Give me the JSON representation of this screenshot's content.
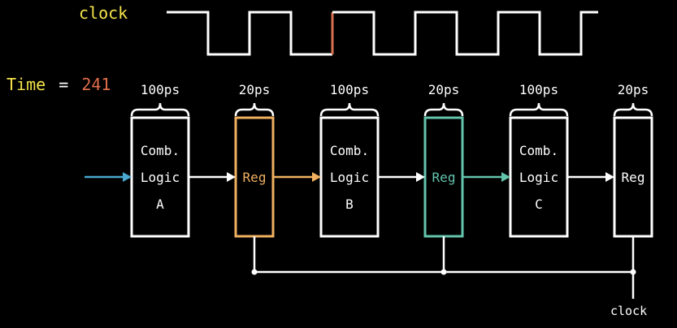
{
  "colors": {
    "background": "#000000",
    "white": "#ffffff",
    "yellow": "#f4e34a",
    "time_value": "#e06c4c",
    "clock_highlight": "#d9714f",
    "reg_orange": "#f0b060",
    "reg_teal": "#63c4ac",
    "input_arrow": "#4aa8d0"
  },
  "clock_label": "clock",
  "time": {
    "label": "Time",
    "equals": "=",
    "value": "241"
  },
  "stages": [
    {
      "delay": "100ps",
      "lines": [
        "Comb.",
        "Logic",
        "A"
      ],
      "color_key": "white"
    },
    {
      "delay": "20ps",
      "lines": [
        "Reg"
      ],
      "color_key": "reg_orange"
    },
    {
      "delay": "100ps",
      "lines": [
        "Comb.",
        "Logic",
        "B"
      ],
      "color_key": "white"
    },
    {
      "delay": "20ps",
      "lines": [
        "Reg"
      ],
      "color_key": "reg_teal"
    },
    {
      "delay": "100ps",
      "lines": [
        "Comb.",
        "Logic",
        "C"
      ],
      "color_key": "white"
    },
    {
      "delay": "20ps",
      "lines": [
        "Reg"
      ],
      "color_key": "white"
    }
  ],
  "bottom_clock_label": "clock",
  "icons": {
    "clock_waveform": "square-wave-icon",
    "input_arrow": "arrow-right-icon",
    "brace": "curly-brace-icon"
  }
}
